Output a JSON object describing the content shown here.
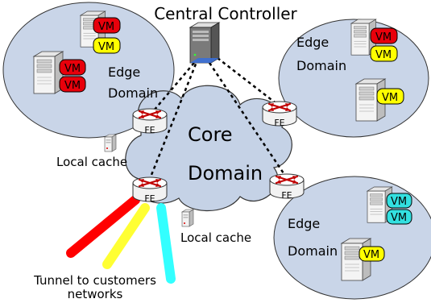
{
  "title": "Central Controller",
  "core_label_line1": "Core",
  "core_label_line2": "Domain",
  "edge_domain_line1": "Edge",
  "edge_domain_line2": "Domain",
  "fe_label": "FE",
  "vm_label": "VM",
  "local_cache_label": "Local cache",
  "tunnel_label_line1": "Tunnel to customers",
  "tunnel_label_line2": "networks",
  "colors": {
    "domain_fill": "#c9d5e8",
    "core_fill": "#c5d2e6",
    "vm_red": "#e8000b",
    "vm_yellow": "#ffff00",
    "vm_cyan": "#33e0e0",
    "tunnel_red": "#ff0000",
    "tunnel_yellow": "#ffff33",
    "tunnel_cyan": "#33ffff"
  },
  "icons": [
    "server-tower-icon",
    "router-icon",
    "small-server-icon",
    "central-server-icon"
  ]
}
